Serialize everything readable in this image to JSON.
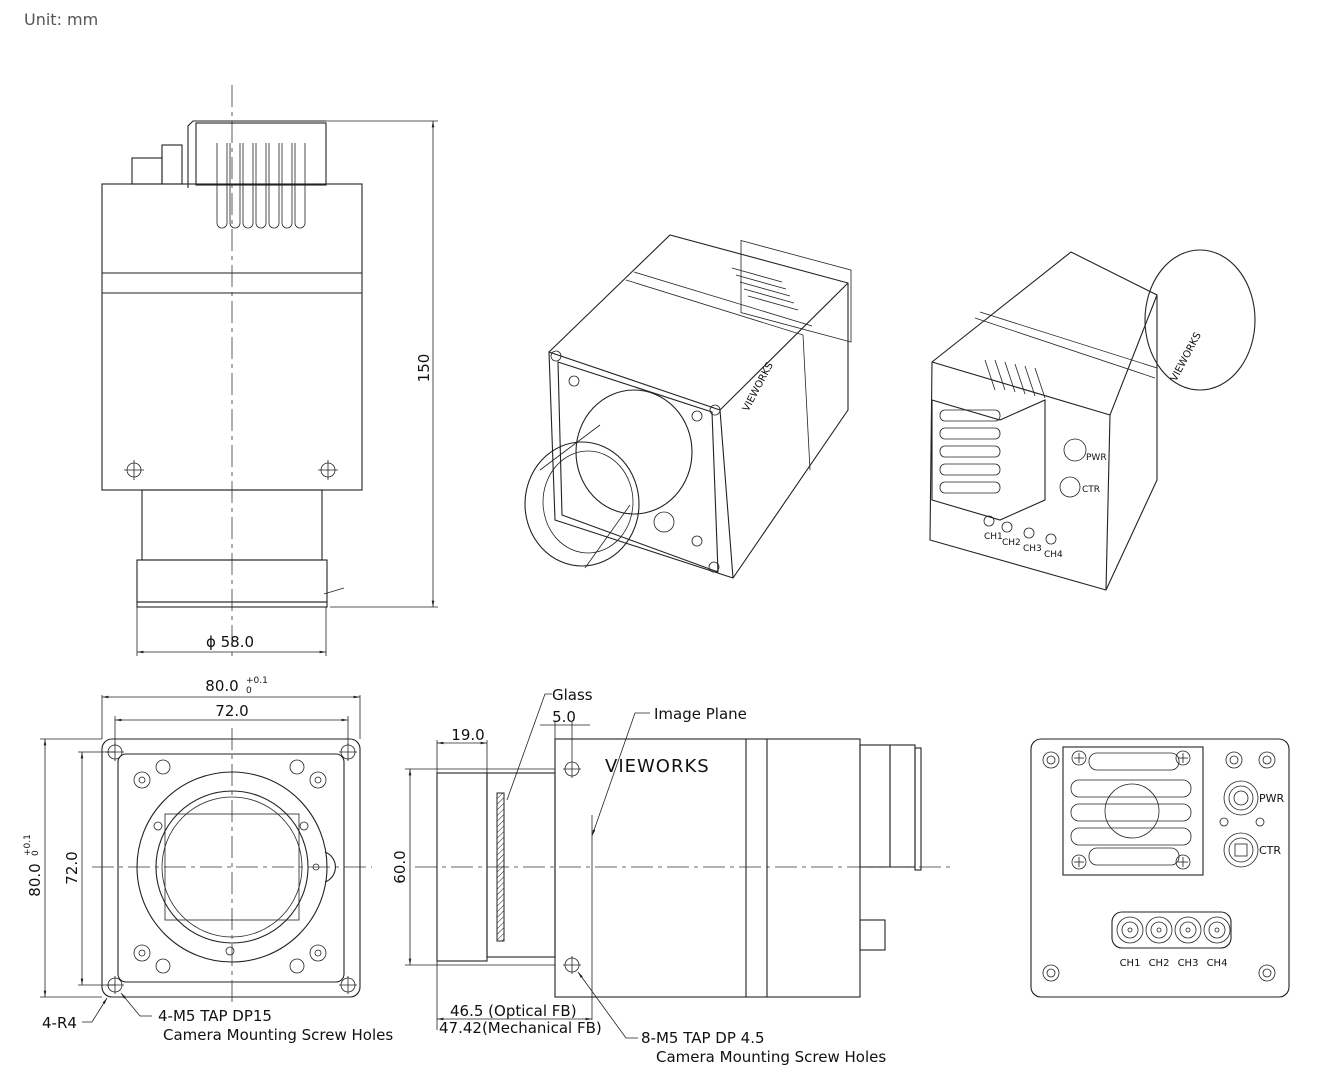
{
  "unit_label": "Unit: mm",
  "brand": "VIEWORKS",
  "top_view": {
    "height_dim": "150",
    "lens_diameter_dim": "ϕ 58.0"
  },
  "front_view": {
    "width_outer": "80.0",
    "tol_plus": "+0.1",
    "tol_minus": "0",
    "width_inner": "72.0",
    "height_outer": "80.0",
    "height_inner": "72.0",
    "corner_radius": "4-R4",
    "tap_note": "4-M5 TAP DP15",
    "tap_desc": "Camera Mounting Screw Holes"
  },
  "side_view": {
    "glass_label": "Glass",
    "dim_5": "5.0",
    "dim_19": "19.0",
    "dim_60": "60.0",
    "image_plane_label": "Image Plane",
    "optical_fb": "46.5 (Optical FB)",
    "mechanical_fb": "47.42(Mechanical FB)",
    "tap_note": "8-M5 TAP DP 4.5",
    "tap_desc": "Camera Mounting Screw Holes"
  },
  "rear_view": {
    "pwr": "PWR",
    "ctr": "CTR",
    "channels": [
      "CH1",
      "CH2",
      "CH3",
      "CH4"
    ]
  }
}
